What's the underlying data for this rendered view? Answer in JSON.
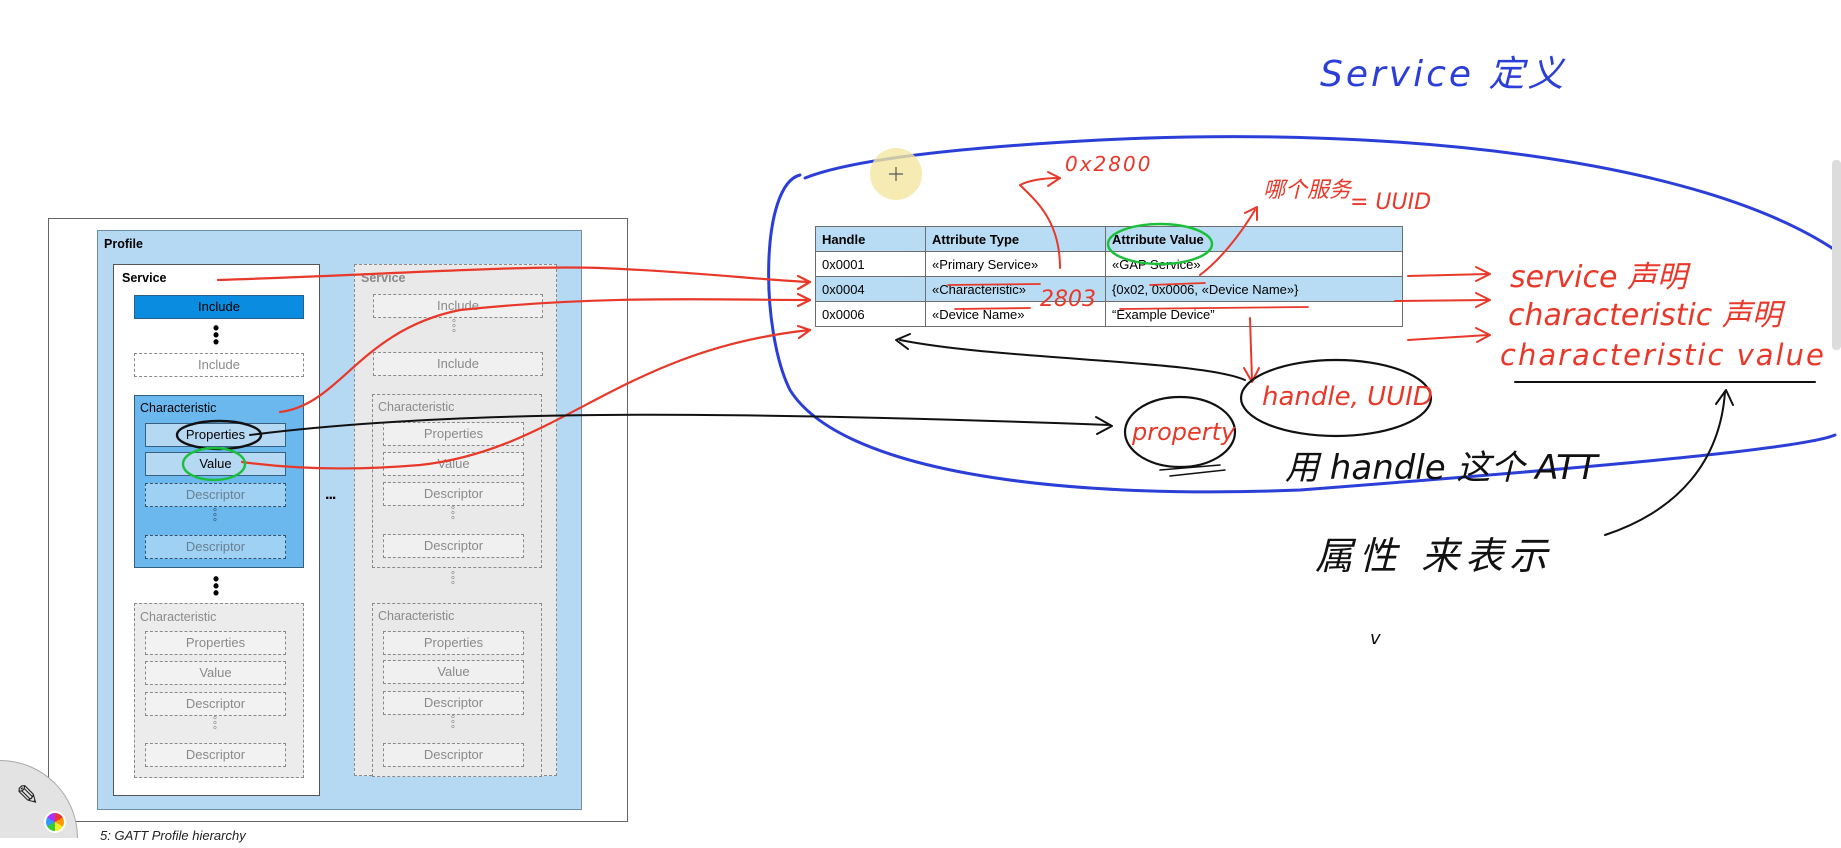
{
  "profile_diagram": {
    "profile_title": "Profile",
    "service_left": {
      "title": "Service",
      "include_1": "Include",
      "include_2": "Include",
      "characteristic_active": {
        "title": "Characteristic",
        "properties": "Properties",
        "value": "Value",
        "descriptor_1": "Descriptor",
        "descriptor_2": "Descriptor"
      },
      "characteristic_inactive": {
        "title": "Characteristic",
        "properties": "Properties",
        "value": "Value",
        "descriptor_1": "Descriptor",
        "descriptor_2": "Descriptor"
      }
    },
    "service_right": {
      "title": "Service",
      "include_1": "Include",
      "include_2": "Include",
      "characteristic_1": {
        "title": "Characteristic",
        "properties": "Properties",
        "value": "Value",
        "descriptor_1": "Descriptor",
        "descriptor_2": "Descriptor"
      },
      "characteristic_2": {
        "title": "Characteristic",
        "properties": "Properties",
        "value": "Value",
        "descriptor_1": "Descriptor",
        "descriptor_2": "Descriptor"
      }
    },
    "ellipsis": "...",
    "caption": "5:  GATT Profile hierarchy"
  },
  "attribute_table": {
    "headers": [
      "Handle",
      "Attribute Type",
      "Attribute Value"
    ],
    "rows": [
      [
        "0x0001",
        "«Primary Service»",
        "«GAP Service»"
      ],
      [
        "0x0004",
        "«Characteristic»",
        "{0x02, 0x0006, «Device Name»}"
      ],
      [
        "0x0006",
        "«Device Name»",
        "“Example Device”"
      ]
    ]
  },
  "annotations": {
    "title": "Service 定义",
    "uuid_value": "0x2800",
    "which_service": "哪个服务",
    "equals_uuid": "= UUID",
    "char_uuid": "2803",
    "service_decl": "service 声明",
    "char_decl": "characteristic 声明",
    "char_value": "characteristic value",
    "property": "property",
    "handle_uuid": "handle, UUID",
    "handle_note": "用 handle 这个 ATT",
    "attr_note": "属性 来表示",
    "check_mark": "v"
  },
  "colors": {
    "ink_red": "#e8382a",
    "ink_blue": "#2b3fd8",
    "ink_black": "#111111",
    "ink_green": "#1bbf3a",
    "panel_blue": "#b6d9f3",
    "include_blue": "#0a8de0"
  }
}
